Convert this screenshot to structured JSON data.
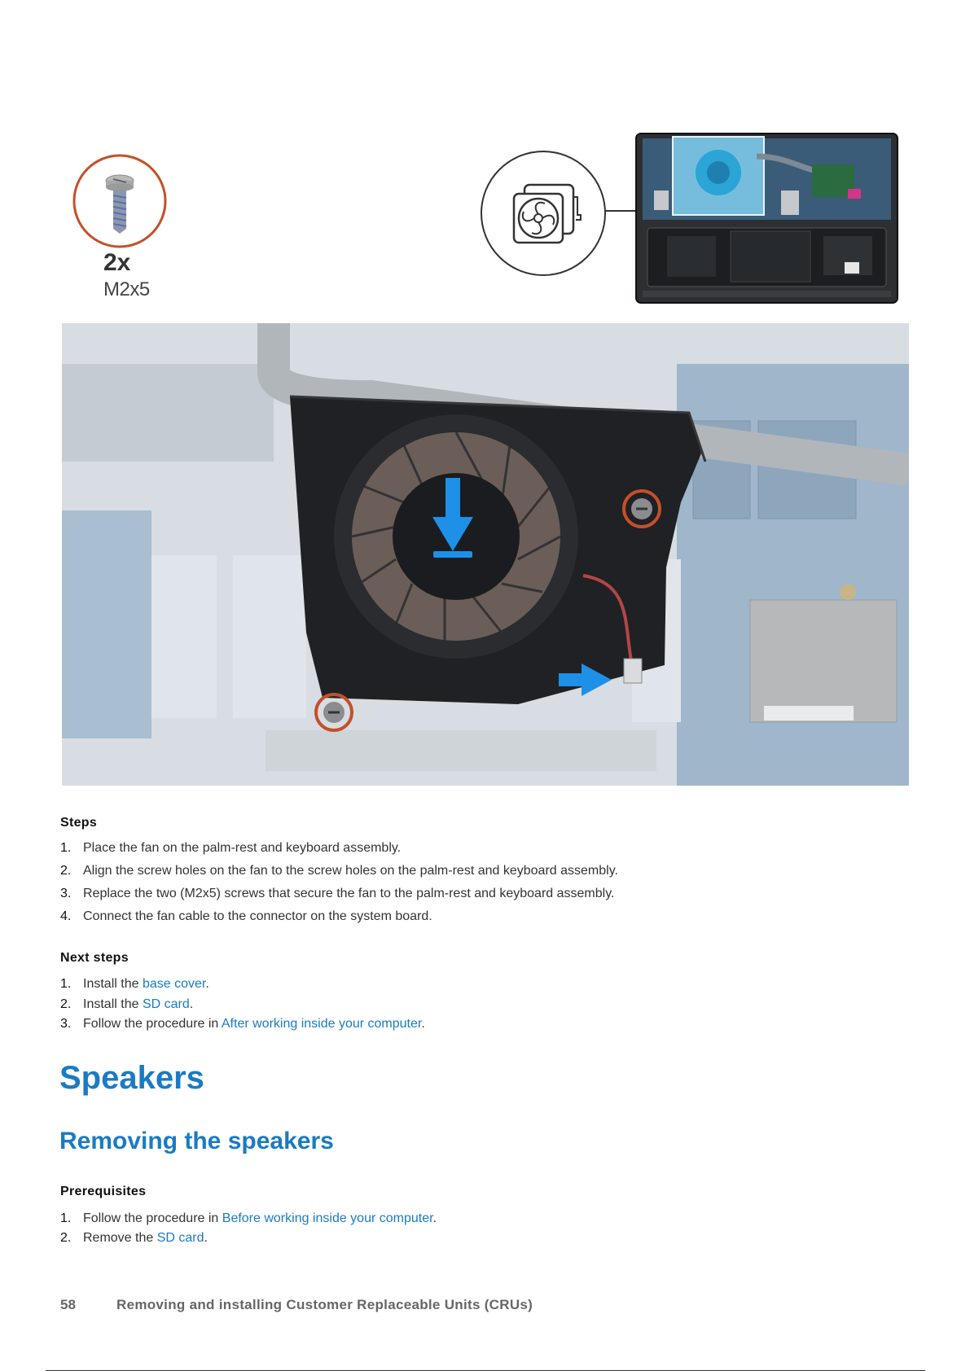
{
  "figure": {
    "screw_qty": "2x",
    "screw_size": "M2x5",
    "accent_orange": "#c4502a",
    "arrow_blue": "#1e90e8",
    "icons": [
      "screw-icon",
      "fan-icon",
      "laptop-overview-image",
      "fan-assembly-image"
    ]
  },
  "steps": {
    "heading": "Steps",
    "items": [
      {
        "num": "1.",
        "text": "Place the fan on the palm-rest and keyboard assembly."
      },
      {
        "num": "2.",
        "text": "Align the screw holes on the fan to the screw holes on the palm-rest and keyboard assembly."
      },
      {
        "num": "3.",
        "text": "Replace the two (M2x5) screws that secure the fan to the palm-rest and keyboard assembly."
      },
      {
        "num": "4.",
        "text": "Connect the fan cable to the connector on the system board."
      }
    ]
  },
  "next_steps": {
    "heading": "Next steps",
    "items": [
      {
        "num": "1.",
        "pre": "Install the ",
        "link": "base cover",
        "post": "."
      },
      {
        "num": "2.",
        "pre": "Install the ",
        "link": "SD card",
        "post": "."
      },
      {
        "num": "3.",
        "pre": "Follow the procedure in ",
        "link": "After working inside your computer",
        "post": "."
      }
    ]
  },
  "section_title": "Speakers",
  "subsection_title": "Removing the speakers",
  "prerequisites": {
    "heading": "Prerequisites",
    "items": [
      {
        "num": "1.",
        "pre": "Follow the procedure in ",
        "link": "Before working inside your computer",
        "post": "."
      },
      {
        "num": "2.",
        "pre": "Remove the ",
        "link": "SD card",
        "post": "."
      }
    ]
  },
  "footer": {
    "page_number": "58",
    "chapter_title": "Removing and installing Customer Replaceable Units (CRUs)"
  },
  "colors": {
    "link_blue": "#1a7bc4",
    "heading_blue": "#1a7bc4"
  }
}
